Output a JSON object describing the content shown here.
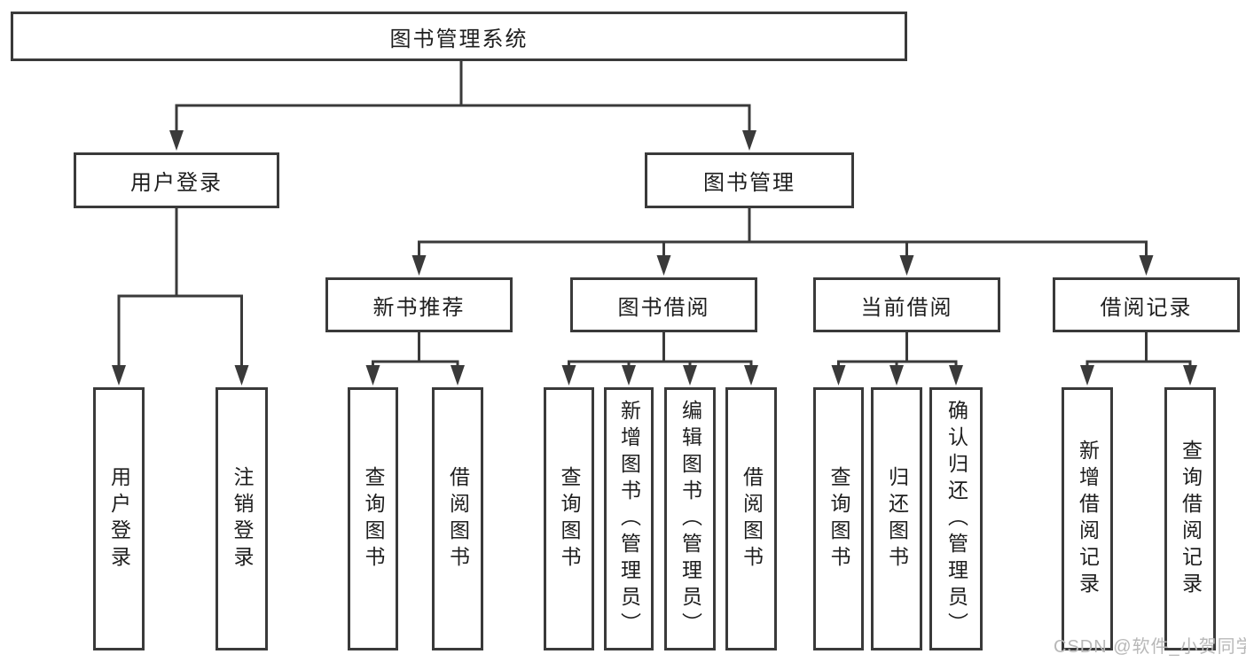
{
  "tree": {
    "root": {
      "label": "图书管理系统",
      "children": [
        {
          "label": "用户登录",
          "children": [
            {
              "label": "用户登录"
            },
            {
              "label": "注销登录"
            }
          ]
        },
        {
          "label": "图书管理",
          "children": [
            {
              "label": "新书推荐",
              "children": [
                {
                  "label": "查询图书"
                },
                {
                  "label": "借阅图书"
                }
              ]
            },
            {
              "label": "图书借阅",
              "children": [
                {
                  "label": "查询图书"
                },
                {
                  "label": "新增图书（管理员）"
                },
                {
                  "label": "编辑图书（管理员）"
                },
                {
                  "label": "借阅图书"
                }
              ]
            },
            {
              "label": "当前借阅",
              "children": [
                {
                  "label": "查询图书"
                },
                {
                  "label": "归还图书"
                },
                {
                  "label": "确认归还（管理员）"
                }
              ]
            },
            {
              "label": "借阅记录",
              "children": [
                {
                  "label": "新增借阅记录"
                },
                {
                  "label": "查询借阅记录"
                }
              ]
            }
          ]
        }
      ]
    }
  },
  "watermark": {
    "text": "CSDN @软件_小贺同学"
  },
  "colors": {
    "line": "#3a3a3a",
    "box_border": "#3a3a3a",
    "text": "#1e1e1e",
    "watermark": "#b8b8b8",
    "background": "#ffffff"
  }
}
